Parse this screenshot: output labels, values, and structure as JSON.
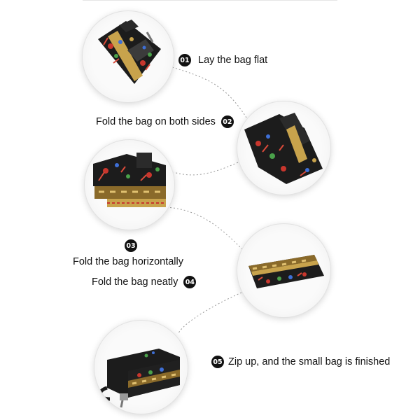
{
  "steps": [
    {
      "badge": "01",
      "label": "Lay the bag flat"
    },
    {
      "badge": "02",
      "label": "Fold the bag on both sides"
    },
    {
      "badge": "03",
      "label": "Fold the bag horizontally"
    },
    {
      "badge": "04",
      "label": "Fold the bag neatly"
    },
    {
      "badge": "05",
      "label": "Zip up, and the small bag is finished"
    }
  ],
  "colors": {
    "badge": "#111111",
    "connector": "#9a9a9a",
    "fabric_dark": "#1c1c1c",
    "fabric_gold": "#c8a34c",
    "fabric_red": "#c8362d",
    "fabric_blue": "#3e6fd6",
    "fabric_green": "#4aa14a"
  }
}
